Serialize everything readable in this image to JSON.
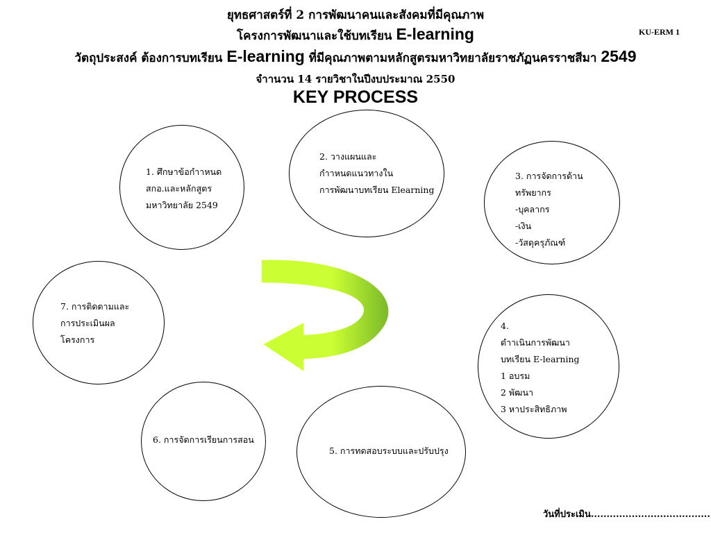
{
  "header": {
    "line1": "ยุทธศาสตร์ที่ 2 การพัฒนาคนและสังคมที่มีคุณภาพ",
    "line2_prefix": "โครงการพัฒนาและใช้บทเรียน",
    "line2_term": "E-learning",
    "line3_prefix": "วัตถุประสงค์ ต้องการบทเรียน",
    "line3_term": "E-learning",
    "line3_mid": "ที่มีคุณภาพตามหลักสูตรมหาวิทยาลัยราชภัฏนครราชสีมา",
    "line3_year": "2549",
    "line4": "จำานวน 14 รายวิชาในปีงบประมาณ 2550",
    "title": "KEY PROCESS",
    "code": "KU-ERM 1"
  },
  "nodes": [
    {
      "lines": [
        "1. ศึกษาข้อกำาหนด",
        "สกอ.และหลักสูตร",
        "มหาวิทยาลัย 2549"
      ]
    },
    {
      "lines": [
        "2. วางแผนและ",
        "กำาหนดแนวทางใน",
        "การพัฒนาบทเรียน Elearning"
      ]
    },
    {
      "lines": [
        "3. การจัดการด้าน",
        "ทรัพยากร",
        "-บุคลากร",
        "-เงิน",
        "-วัสดุครุภัณฑ์"
      ]
    },
    {
      "lines": [
        "4.",
        "ดำาเนินการพัฒนา",
        "บทเรียน E-learning",
        "1 อบรม",
        "2 พัฒนา",
        "3 หาประสิทธิภาพ"
      ]
    },
    {
      "lines": [
        "5. การทดสอบระบบและปรับปรุง"
      ]
    },
    {
      "lines": [
        "6. การจัดการเรียนการสอน"
      ]
    },
    {
      "lines": [
        "7. การติดตามและ",
        "การประเมินผล",
        "โครงการ"
      ]
    }
  ],
  "footer": {
    "label": "วันที่ประเมิน......................................."
  },
  "colors": {
    "arrow_light": "#ccff33",
    "arrow_dark": "#7ab929"
  }
}
